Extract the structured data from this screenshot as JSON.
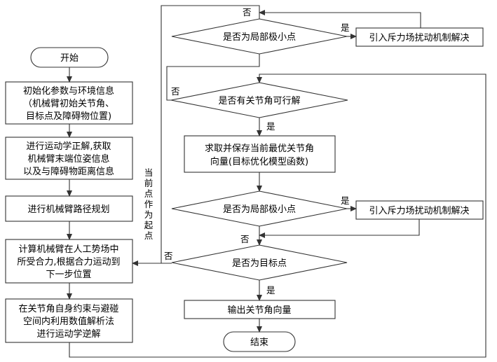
{
  "nodes": {
    "start": "开始",
    "init": [
      "初始化参数与环境信息",
      "（机械臂初始关节角、",
      "目标点及障碍物位置)"
    ],
    "fk": [
      "进行运动学正解,获取",
      "机械臂末端位姿信息",
      "以及与障碍物距离信息"
    ],
    "plan": "进行机械臂路径规划",
    "force": [
      "计算机械臂在人工势场中",
      "所受合力,根据合力运动到",
      "下一步位置"
    ],
    "ik": [
      "在关节角自身约束与避碰",
      "空间内利用数值解析法",
      "进行运动学逆解"
    ],
    "d_local1": "是否为局部极小点",
    "escape1": "引入斥力场扰动机制解决",
    "d_feasible": "是否有关节角可行解",
    "save": [
      "求取并保存当前最优关节角",
      "向量(目标优化模型函数)"
    ],
    "d_local2": "是否为局部极小点",
    "escape2": "引入斥力场扰动机制解决",
    "d_goal": "是否为目标点",
    "output": "输出关节角向量",
    "end": "结束"
  },
  "edge_labels": {
    "yes1": "是",
    "no1": "否",
    "yes_feasible": "是",
    "no_feasible": "否",
    "yes2": "是",
    "no2": "否",
    "no_goal": "否",
    "yes_goal": "是",
    "current_as_start": [
      "当",
      "前",
      "点",
      "作",
      "为",
      "起",
      "点"
    ]
  }
}
